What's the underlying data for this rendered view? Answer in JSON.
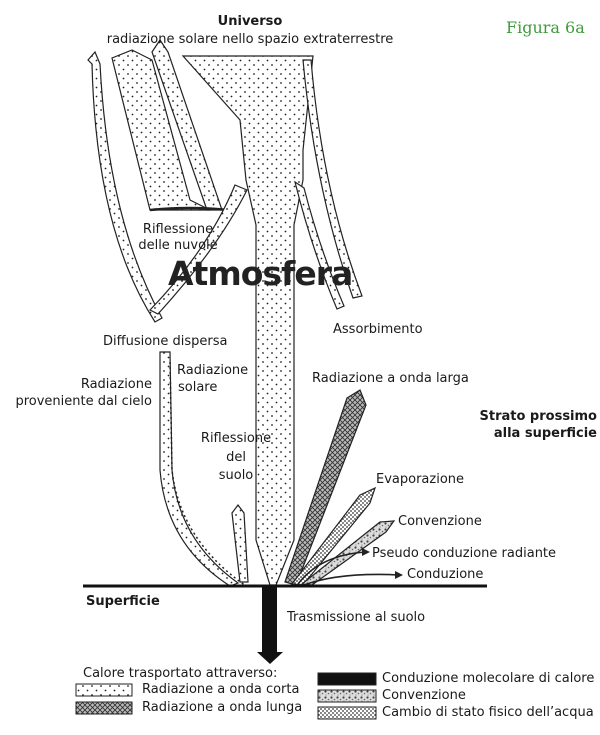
{
  "figure_label": "Figura 6a",
  "top": {
    "title": "Universo",
    "subtitle": "radiazione solare nello spazio extraterrestre"
  },
  "atmosphere_label": "Atmosfera",
  "labels": {
    "cloud_reflection_1": "Riflessione",
    "cloud_reflection_2": "delle nuvole",
    "absorption": "Assorbimento",
    "diffuse_scatter": "Diffusione dispersa",
    "sky_radiation_1": "Radiazione",
    "sky_radiation_2": "proveniente dal cielo",
    "solar_radiation_1": "Radiazione",
    "solar_radiation_2": "solare",
    "ground_reflection_1": "Riflessione",
    "ground_reflection_2": "del",
    "ground_reflection_3": "suolo",
    "longwave": "Radiazione a onda larga",
    "evaporation": "Evaporazione",
    "convection": "Convenzione",
    "pseudo_conduction": "Pseudo conduzione radiante",
    "conduction": "Conduzione",
    "near_layer_1": "Strato prossimo",
    "near_layer_2": "alla superficie",
    "surface": "Superficie",
    "ground_transmission": "Trasmissione al suolo"
  },
  "legend": {
    "title": "Calore trasportato attraverso:",
    "items": [
      {
        "label": "Radiazione a onda corta",
        "pattern": "sparse-dots"
      },
      {
        "label": "Radiazione a onda lunga",
        "pattern": "dense-cross"
      },
      {
        "label": "Conduzione molecolare di calore",
        "pattern": "solid-black"
      },
      {
        "label": "Convenzione",
        "pattern": "mottled"
      },
      {
        "label": "Cambio di stato fisico dell’acqua",
        "pattern": "dense-dots"
      }
    ]
  },
  "colors": {
    "figure_label": "#3f9b3c",
    "ink": "#1a1a1a"
  }
}
